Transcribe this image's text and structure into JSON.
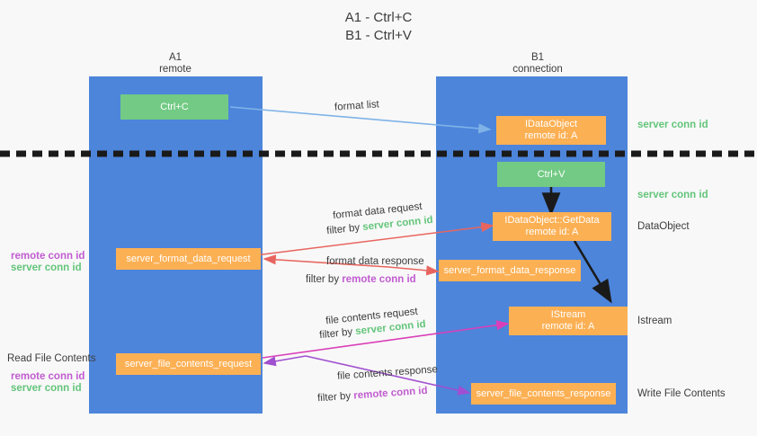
{
  "title": {
    "line1": "A1 - Ctrl+C",
    "line2": "B1 - Ctrl+V"
  },
  "columns": [
    {
      "name": "A1",
      "sub": "remote"
    },
    {
      "name": "B1",
      "sub": "connection"
    }
  ],
  "boxes": {
    "ctrl_c": {
      "line1": "Ctrl+C"
    },
    "ctrl_v": {
      "line1": "Ctrl+V"
    },
    "data_object_top": {
      "line1": "IDataObject",
      "line2": "remote id: A"
    },
    "get_data": {
      "line1": "IDataObject::GetData",
      "line2": "remote id: A"
    },
    "istream": {
      "line1": "IStream",
      "line2": "remote id: A"
    },
    "server_format_data_request": {
      "line1": "server_format_data_request"
    },
    "server_format_data_response": {
      "line1": "server_format_data_response"
    },
    "server_file_contents_request": {
      "line1": "server_file_contents_request"
    },
    "server_file_contents_response": {
      "line1": "server_file_contents_response"
    }
  },
  "edge_labels": {
    "format_list": "format list",
    "format_data_request": "format data request",
    "format_data_response": "format data response",
    "file_contents_request": "file contents request",
    "file_contents_response": "file contents response",
    "filter_by": "filter by ",
    "server_conn_id": "server conn id",
    "remote_conn_id": "remote conn id"
  },
  "right_labels": {
    "server_conn_id_top": "server conn id",
    "server_conn_id_mid": "server conn id",
    "data_object": "DataObject",
    "istream": "Istream",
    "write_file_contents": "Write File Contents"
  },
  "left_labels": {
    "remote_conn_id_1": "remote conn id",
    "server_conn_id_1": "server conn id",
    "read_file_contents": "Read File Contents",
    "remote_conn_id_2": "remote conn id",
    "server_conn_id_2": "server conn id"
  },
  "colors": {
    "lane": "#4d85db",
    "green_box": "#72ca84",
    "orange_box": "#fcb054",
    "green_text": "#63c57a",
    "purple_text": "#c15cd0",
    "blue_arrow": "#7fb3e8",
    "red_arrow": "#e8655f",
    "magenta_arrow": "#d93fb8",
    "purple_arrow": "#a04fd0",
    "black_arrow": "#1a1a1a",
    "background": "#f8f8f8"
  }
}
